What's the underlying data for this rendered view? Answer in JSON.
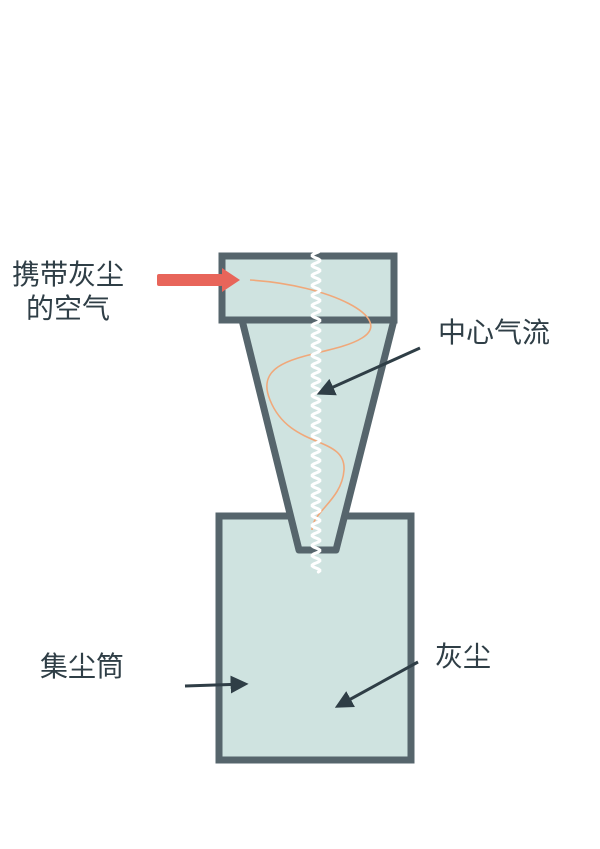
{
  "labels": {
    "inlet_line1": "携带灰尘",
    "inlet_line2": "的空气",
    "central_flow": "中心气流",
    "collector": "集尘筒",
    "dust": "灰尘"
  },
  "colors": {
    "body_fill": "#cfe3e0",
    "outline": "#56656c",
    "inlet_arrow": "#e8655a",
    "spiral": "#f0a87a",
    "central_flow": "#ffffff",
    "label_text": "#2f3e46",
    "pointer": "#2f3e46"
  }
}
